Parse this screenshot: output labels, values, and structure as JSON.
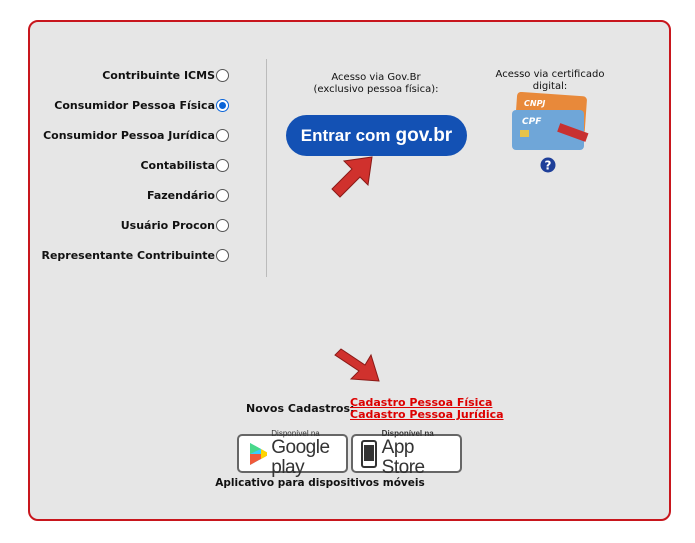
{
  "user_types": [
    {
      "label": "Contribuinte ICMS",
      "selected": false
    },
    {
      "label": "Consumidor Pessoa Física",
      "selected": true
    },
    {
      "label": "Consumidor Pessoa Jurídica",
      "selected": false
    },
    {
      "label": "Contabilista",
      "selected": false
    },
    {
      "label": "Fazendário",
      "selected": false
    },
    {
      "label": "Usuário Procon",
      "selected": false
    },
    {
      "label": "Representante Contribuinte",
      "selected": false
    }
  ],
  "govbr": {
    "caption_line1": "Acesso via Gov.Br",
    "caption_line2": "(exclusivo pessoa física):",
    "button_text": "Entrar com",
    "button_brand": "gov.br"
  },
  "certificate": {
    "caption_line1": "Acesso via certificado",
    "caption_line2": "digital:",
    "card_labels": [
      "CNPJ",
      "CPF"
    ]
  },
  "registration": {
    "label": "Novos Cadastros:",
    "links": [
      "Cadastro Pessoa Física",
      "Cadastro Pessoa Jurídica"
    ]
  },
  "apps": {
    "google_small": "Disponível na",
    "google_name": "Google play",
    "apple_small": "Disponível na",
    "apple_name": "App Store",
    "caption": "Aplicativo para dispositivos móveis"
  },
  "colors": {
    "accent": "#c8161d",
    "govbr": "#1351b4",
    "link": "#dd0000"
  }
}
